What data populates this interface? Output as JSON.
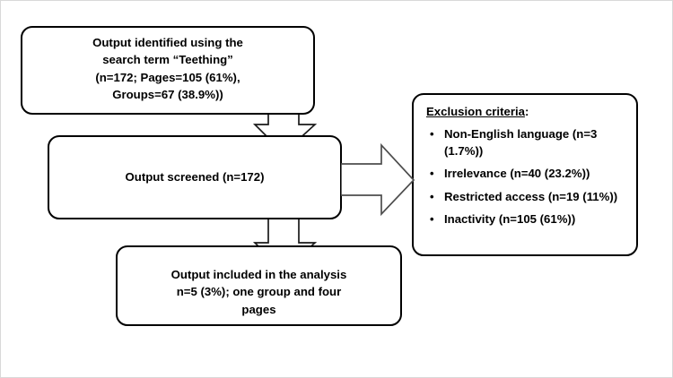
{
  "diagram": {
    "title": "Teething social media output selection flowchart",
    "stroke_color": "#000000",
    "arrow_stroke_color": "#1a1a1a",
    "background_color": "#ffffff"
  },
  "boxes": {
    "identified": {
      "text": "Output identified using the\nsearch term “Teething”\n(n=172; Pages=105 (61%),\nGroups=67 (38.9%))"
    },
    "screened": {
      "text": "Output screened (n=172)"
    },
    "included": {
      "text": "Output included in the analysis\nn=5 (3%); one group and four\npages"
    }
  },
  "exclusion": {
    "title": "Exclusion criteria",
    "title_suffix": ":",
    "bullet_glyph": "•",
    "items": [
      {
        "label": "Non-English language (n=3 (1.7%))"
      },
      {
        "label": "Irrelevance (n=40 (23.2%))"
      },
      {
        "label": "Restricted access (n=19 (11%))"
      },
      {
        "label": "Inactivity (n=105 (61%))"
      }
    ]
  },
  "arrows": {
    "identified_to_screened": {
      "direction": "down"
    },
    "screened_to_included": {
      "direction": "down"
    },
    "screened_to_exclusion": {
      "direction": "right"
    }
  }
}
